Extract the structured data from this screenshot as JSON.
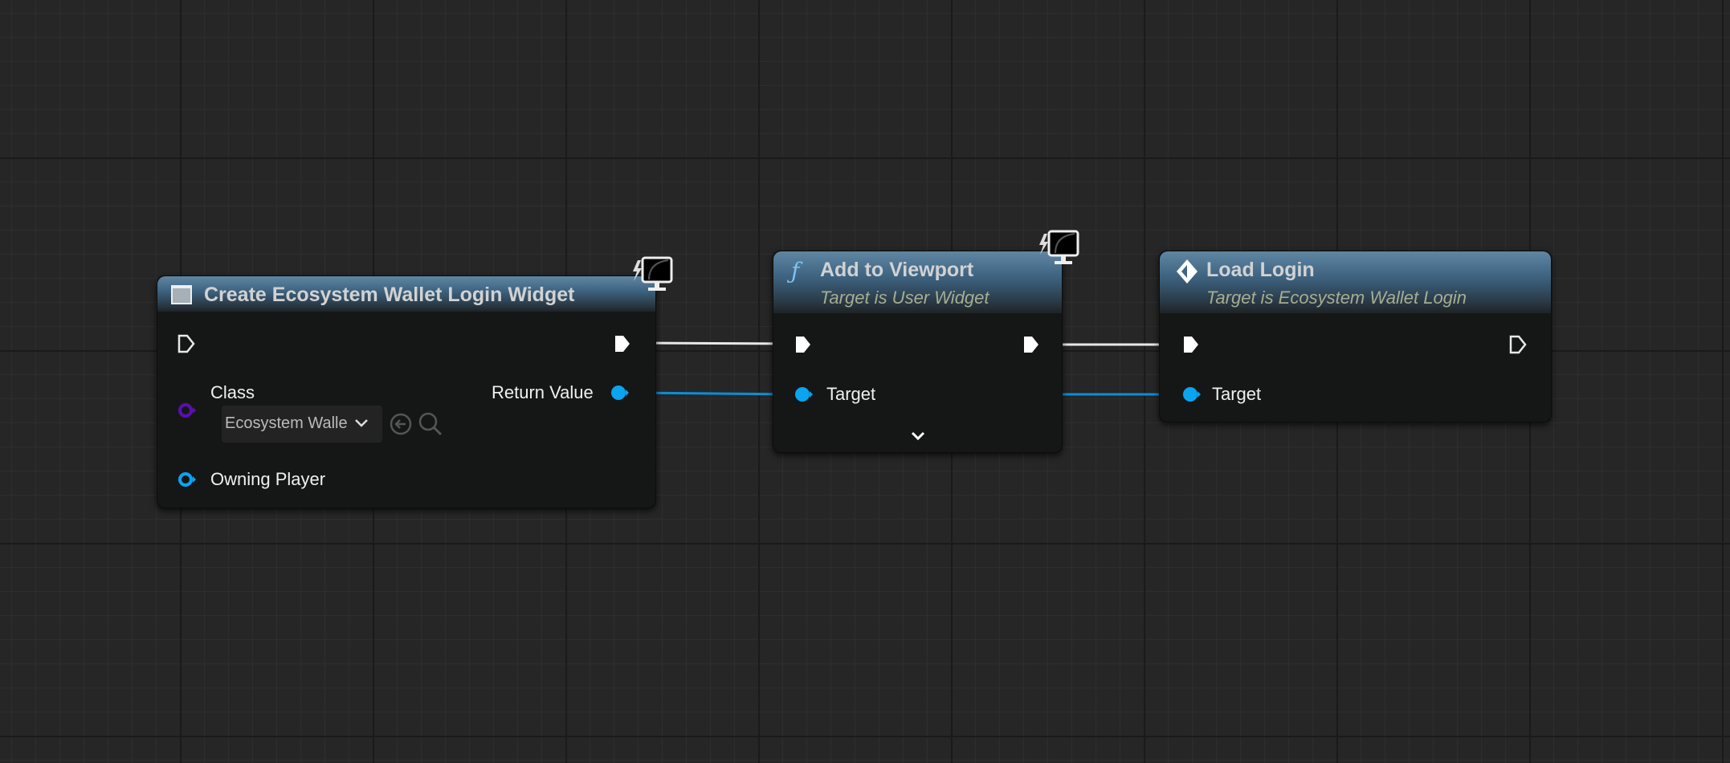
{
  "colors": {
    "object_pin": "#0aa4f0",
    "class_pin": "#5a0fb0",
    "exec": "#ffffff"
  },
  "nodes": [
    {
      "title": "Create Ecosystem Wallet Login Widget",
      "icon": "widget-icon",
      "pins": {
        "class_label": "Class",
        "class_value": "Ecosystem Walle",
        "owning_player": "Owning Player",
        "return_value": "Return Value"
      }
    },
    {
      "title": "Add to Viewport",
      "subtitle": "Target is User Widget",
      "icon": "function-icon",
      "pins": {
        "target": "Target"
      }
    },
    {
      "title": "Load Login",
      "subtitle": "Target is Ecosystem Wallet Login",
      "icon": "event-diamond-icon",
      "pins": {
        "target": "Target"
      }
    }
  ]
}
